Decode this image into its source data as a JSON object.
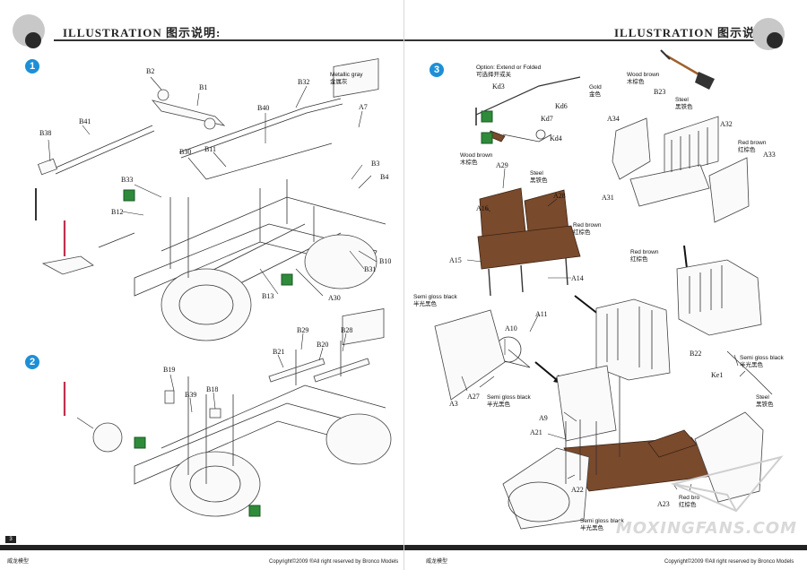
{
  "left_page": {
    "header_title": "ILLUSTRATION 图示说明:",
    "steps": [
      "1",
      "2"
    ],
    "step1_labels": [
      "B2",
      "B1",
      "B32",
      "B40",
      "A7",
      "B38",
      "B41",
      "B30",
      "B11",
      "B3",
      "B4",
      "B33",
      "B12",
      "B10",
      "B31",
      "B13",
      "A30"
    ],
    "step1_note_metallic": "Metallic gray",
    "step1_note_metallic_cn": "金属灰",
    "step2_labels": [
      "B29",
      "B28",
      "B21",
      "B20",
      "B19",
      "B39",
      "B18"
    ],
    "page_number": "3",
    "footer_left": "威龙模型",
    "footer_right": "Copyright©2009  ®All right reserved by Bronco Models"
  },
  "right_page": {
    "header_title": "ILLUSTRATION 图示说明:",
    "steps": [
      "3"
    ],
    "labels": [
      "Kd3",
      "Kd6",
      "Kd7",
      "Kd4",
      "B23",
      "A34",
      "A32",
      "A29",
      "A28",
      "A16",
      "A31",
      "A33",
      "A15",
      "A14",
      "A11",
      "A10",
      "A3",
      "A27",
      "A9",
      "A21",
      "A22",
      "A23",
      "B22",
      "Ke1"
    ],
    "notes": {
      "option": "Option: Extend or Folded",
      "option_cn": "可选择开或关",
      "gold": "Gold",
      "gold_cn": "金色",
      "wood_brown_1": "Wood brown",
      "wood_brown_1_cn": "木棕色",
      "wood_brown_2": "Wood brown",
      "wood_brown_2_cn": "木棕色",
      "steel_1": "Steel",
      "steel_1_cn": "黑铁色",
      "steel_2": "Steel",
      "steel_2_cn": "黑铁色",
      "steel_3": "Steel",
      "steel_3_cn": "黑铁色",
      "red_brown_1": "Red brown",
      "red_brown_1_cn": "红棕色",
      "red_brown_2": "Red brown",
      "red_brown_2_cn": "红棕色",
      "red_brown_3": "Red brown",
      "red_brown_3_cn": "红棕色",
      "red_brown_4": "Red bro",
      "red_brown_4_cn": "红棕色",
      "semi_gloss_1": "Semi gloss black",
      "semi_gloss_1_cn": "半光黑色",
      "semi_gloss_2": "Semi gloss black",
      "semi_gloss_2_cn": "半光黑色",
      "semi_gloss_3": "Semi gloss black",
      "semi_gloss_3_cn": "半光黑色",
      "semi_gloss_4": "Semi gloss black",
      "semi_gloss_4_cn": "半光黑色"
    },
    "footer_left": "威龙模型",
    "footer_right": "Copyright©2009  ®All right reserved by Bronco Models",
    "watermark": "MOXINGFANS.COM"
  },
  "colors": {
    "step_badge": "#1e8fd6",
    "wood_brown": "#7a4a2c",
    "glue_mark": "#2e8b3a",
    "header_rule": "#333333"
  }
}
